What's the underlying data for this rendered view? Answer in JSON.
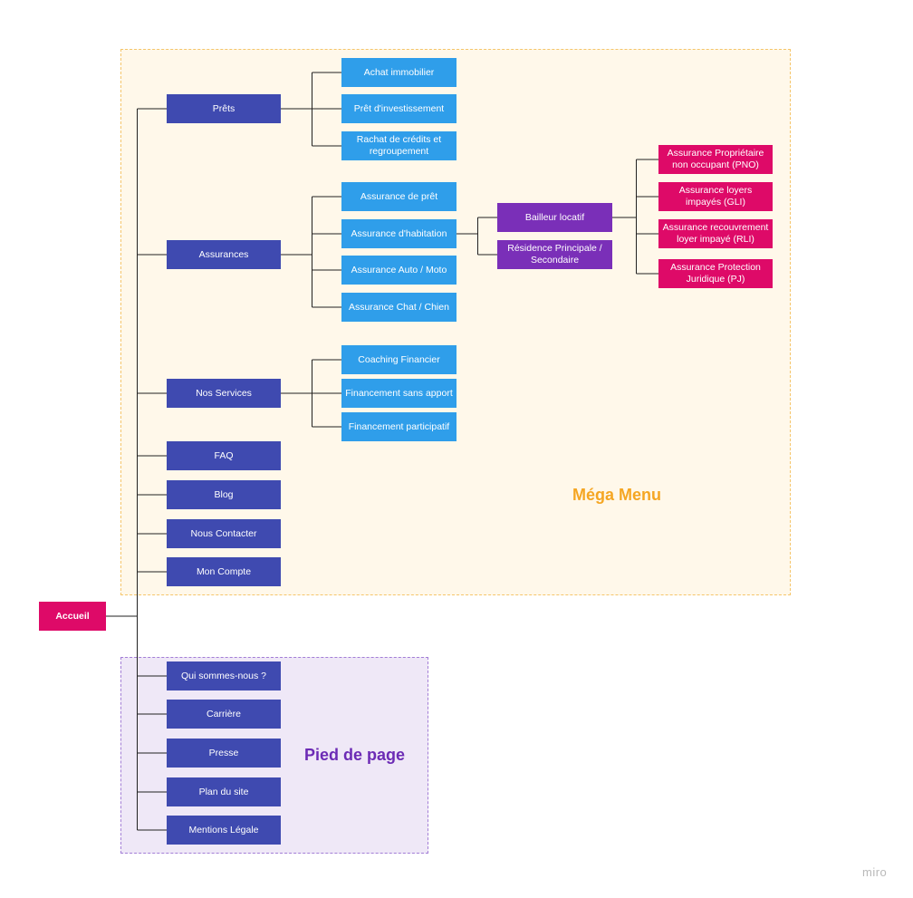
{
  "zones": {
    "mega_menu": {
      "title": "Méga Menu"
    },
    "footer": {
      "title": "Pied de page"
    }
  },
  "nodes": {
    "accueil": "Accueil",
    "prets": "Prêts",
    "assurances": "Assurances",
    "nos_services": "Nos Services",
    "faq": "FAQ",
    "blog": "Blog",
    "nous_contacter": "Nous Contacter",
    "mon_compte": "Mon Compte",
    "achat_immobilier": "Achat immobilier",
    "pret_investissement": "Prêt d'investissement",
    "rachat_credits": "Rachat de crédits et regroupement",
    "assurance_pret": "Assurance de prêt",
    "assurance_habitation": "Assurance d'habitation",
    "assurance_auto_moto": "Assurance Auto / Moto",
    "assurance_chat_chien": "Assurance Chat / Chien",
    "coaching_financier": "Coaching Financier",
    "financement_sans_apport": "Financement sans apport",
    "financement_participatif": "Financement participatif",
    "bailleur_locatif": "Bailleur locatif",
    "residence_principale": "Résidence Principale / Secondaire",
    "assurance_pno": "Assurance Propriétaire non occupant (PNO)",
    "assurance_gli": "Assurance loyers impayés (GLI)",
    "assurance_rli": "Assurance recouvrement loyer impayé (RLI)",
    "assurance_pj": "Assurance Protection Juridique (PJ)",
    "qui_sommes_nous": "Qui sommes-nous ?",
    "carriere": "Carrière",
    "presse": "Presse",
    "plan_du_site": "Plan du site",
    "mentions_legale": "Mentions Légale"
  },
  "watermark": "miro",
  "colors": {
    "root": "#de0a68",
    "nav": "#3f4ab0",
    "sub": "#2f9eea",
    "locatif": "#7a2fb8",
    "insurance": "#de0a68",
    "mega_menu_title": "#f5a623",
    "footer_title": "#6c2bb5",
    "connector": "#222222"
  }
}
